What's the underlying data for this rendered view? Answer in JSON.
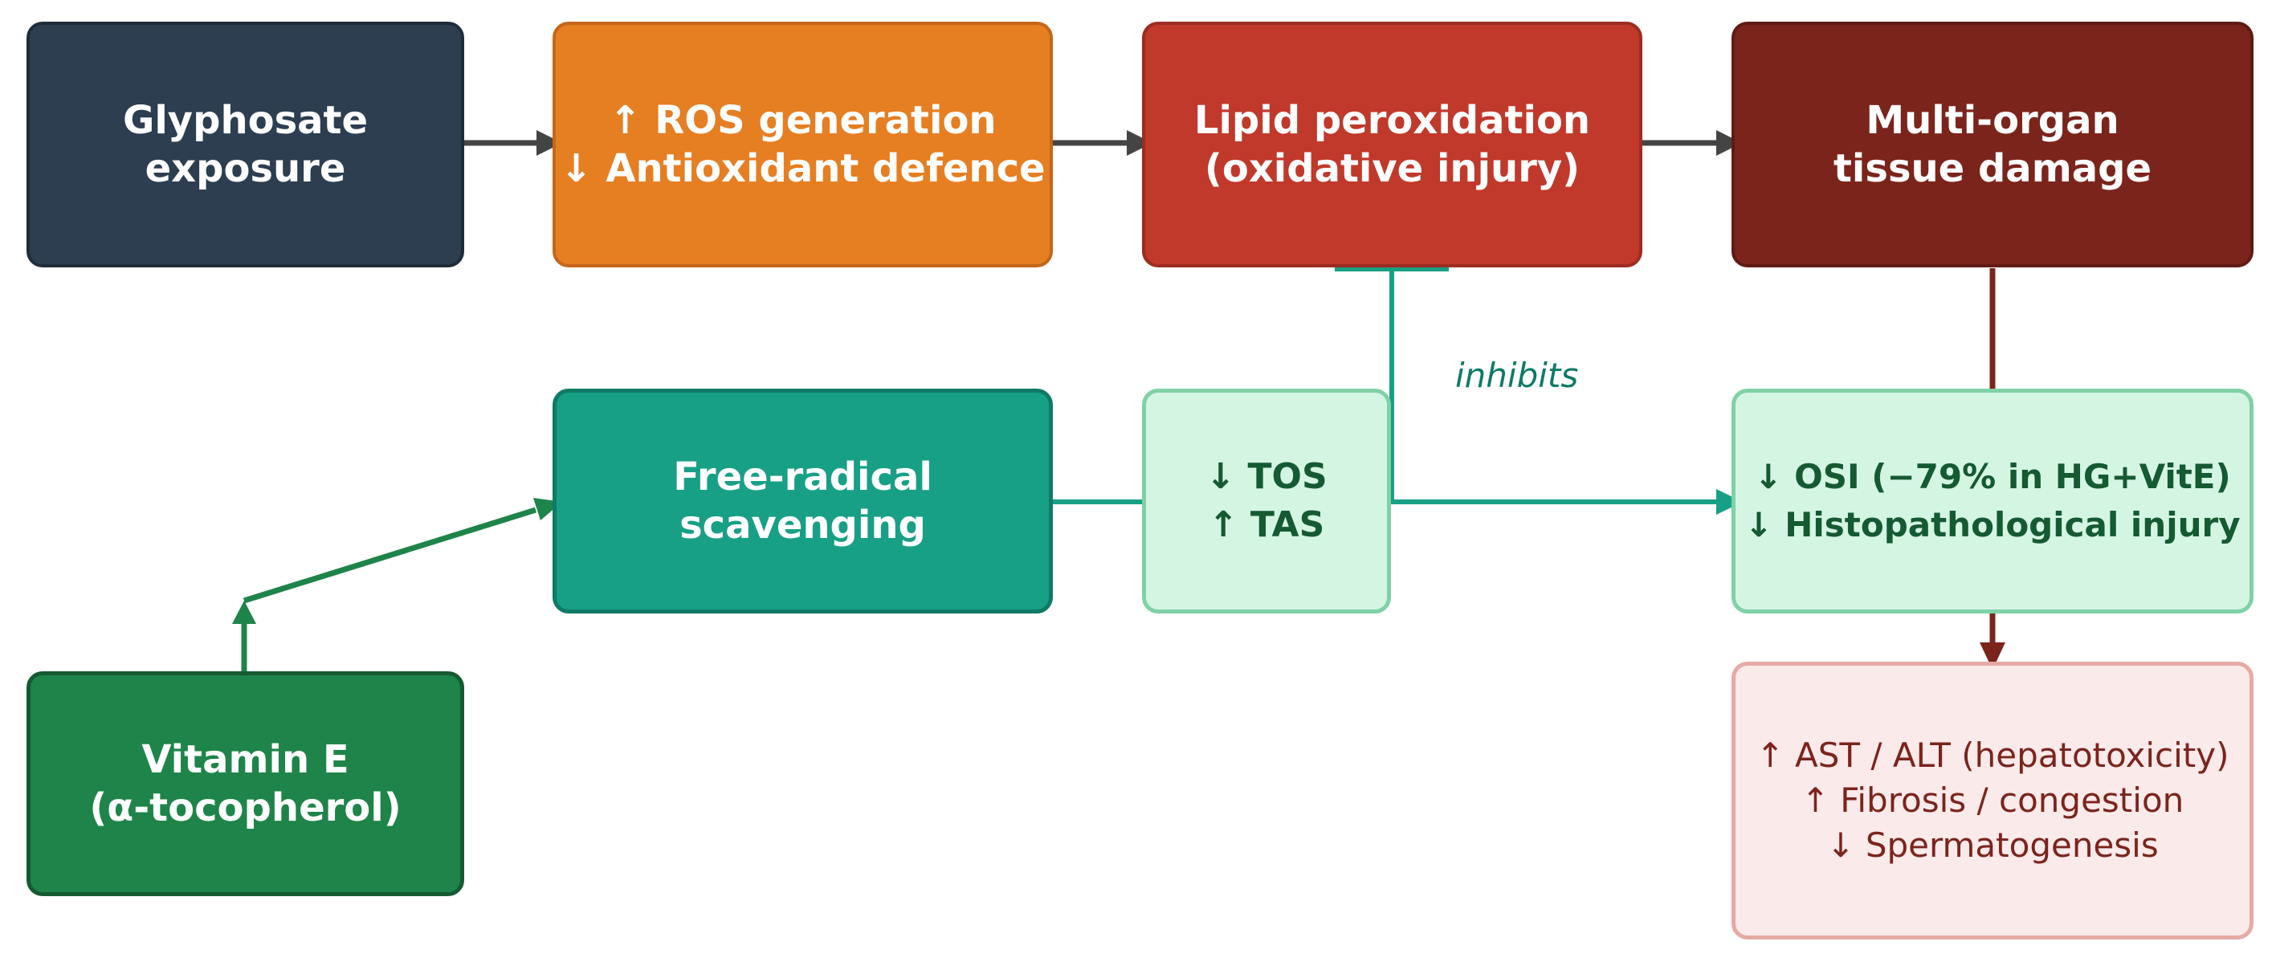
{
  "colors": {
    "navy": "#2c3e50",
    "orange": "#e67e22",
    "red": "#c0392b",
    "darkred": "#7b241c",
    "teal": "#17a085",
    "green": "#1e8449",
    "lightgreen": "#d5f5e3",
    "lightred": "#fbeaea",
    "arrow_gray": "#444444",
    "arrow_teal": "#17a085",
    "arrow_green": "#1e8449",
    "arrow_red": "#7b241c"
  },
  "nodes": {
    "glyphosate": {
      "lines": [
        "Glyphosate",
        "exposure"
      ]
    },
    "ros": {
      "lines": [
        "↑ ROS generation",
        "↓ Antioxidant defence"
      ]
    },
    "lipid": {
      "lines": [
        "Lipid peroxidation",
        "(oxidative injury)"
      ]
    },
    "damage": {
      "lines": [
        "Multi-organ",
        "tissue damage"
      ]
    },
    "scavenging": {
      "lines": [
        "Free-radical",
        "scavenging"
      ]
    },
    "tos": {
      "lines": [
        "↓ TOS",
        "↑ TAS"
      ]
    },
    "osi": {
      "lines": [
        "↓ OSI (−79% in HG+VitE)",
        "↓ Histopathological injury"
      ]
    },
    "vitamin": {
      "lines": [
        "Vitamin E",
        "(α-tocopherol)"
      ]
    },
    "outcomes": {
      "lines": [
        "↑ AST / ALT (hepatotoxicity)",
        "↑ Fibrosis / congestion",
        "↓ Spermatogenesis"
      ]
    }
  },
  "edge_labels": {
    "inhibits": "inhibits"
  }
}
